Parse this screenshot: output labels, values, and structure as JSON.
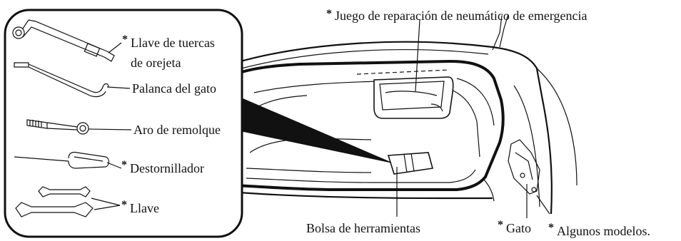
{
  "asterisk": "*",
  "labels": {
    "emergency_kit": "Juego de reparación de neumático de emergencia",
    "lug_wrench_line1": "Llave de tuercas",
    "lug_wrench_line2": "de orejeta",
    "jack_handle": "Palanca del gato",
    "tow_hook": "Aro de remolque",
    "screwdriver": "Destornillador",
    "wrench": "Llave",
    "tool_bag": "Bolsa de herramientas",
    "jack": "Gato",
    "some_models": "Algunos modelos."
  }
}
